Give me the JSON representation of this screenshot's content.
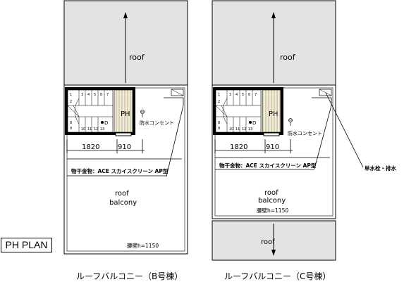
{
  "plan_label": "PH PLAN",
  "units": [
    {
      "caption": "ルーフバルコニー（B号棟）",
      "roof_label": "roof",
      "ph_label": "PH",
      "d_label": "D",
      "outlet_label": "防水コンセント",
      "dim_left": "1820",
      "dim_right": "910",
      "fitting_label": "物干金物：ACE スカイスクリーン AP型",
      "balcony_label_1": "roof",
      "balcony_label_2": "balcony",
      "parapet_label": "腰壁h=1150"
    },
    {
      "caption": "ルーフバルコニー（C号棟）",
      "roof_label": "roof",
      "ph_label": "PH",
      "d_label": "D",
      "outlet_label": "防水コンセント",
      "dim_left": "1820",
      "dim_right": "910",
      "fitting_label": "物干金物：ACE スカイスクリーン AP型",
      "balcony_label_1": "roof",
      "balcony_label_2": "balcony",
      "parapet_label": "腰壁h=1150",
      "bottom_roof_label": "roof",
      "callout_label": "単水栓・排水"
    }
  ],
  "colors": {
    "roof_fill": "#e3e3e3",
    "hatch": "#c8c0a0",
    "line": "#000000"
  }
}
